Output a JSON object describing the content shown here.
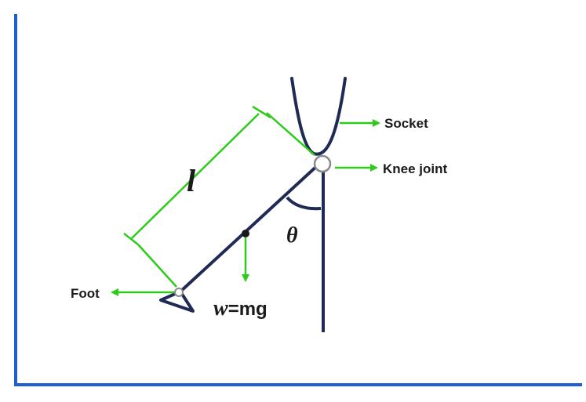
{
  "labels": {
    "socket": "Socket",
    "knee_joint": "Knee joint",
    "foot": "Foot",
    "length_symbol": "l",
    "angle_symbol": "θ",
    "weight_w": "w",
    "weight_eq": "=mg"
  },
  "colors": {
    "axis": "#1f5fd1",
    "limb": "#1f2a55",
    "annotation": "#2ecc1a",
    "joint_fill": "#ffffff",
    "joint_stroke": "#8a8a8a"
  }
}
